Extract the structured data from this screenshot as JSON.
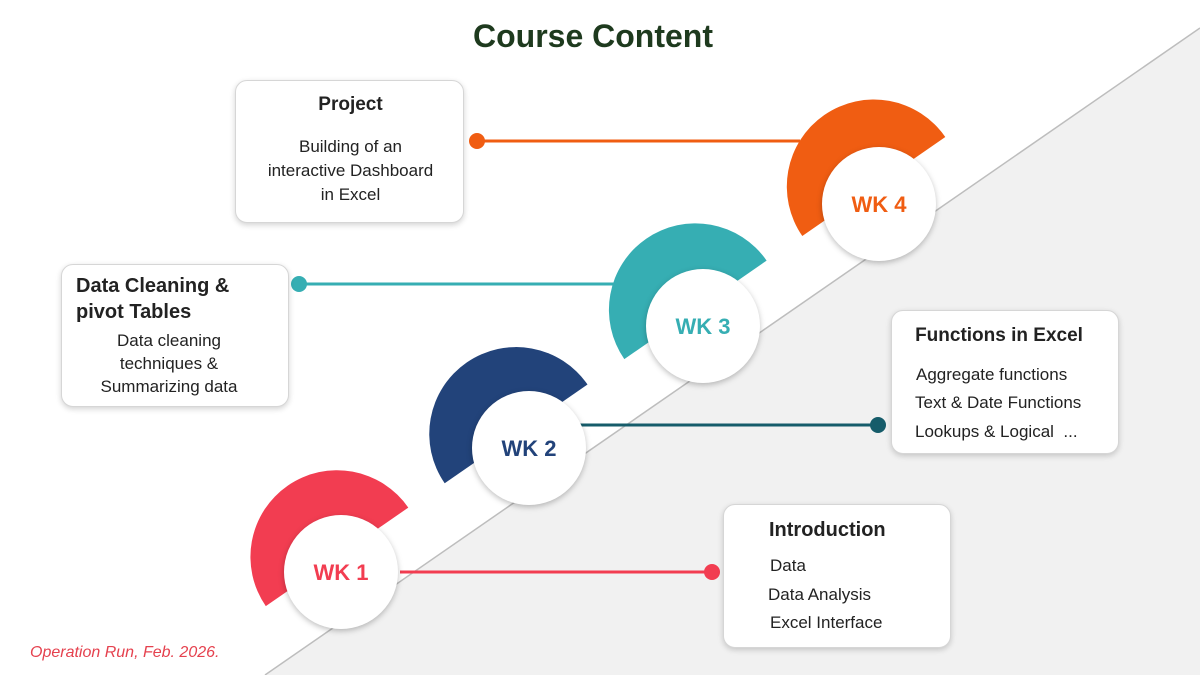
{
  "title": "Course Content",
  "footer": "Operation Run, Feb. 2026.",
  "colors": {
    "wk1": "#f23d51",
    "wk2": "#22437a",
    "wk3": "#36aeb3",
    "wk4": "#f05d12",
    "wk2_connector": "#165c6a",
    "diagonal_fill": "#f1f1f1",
    "title": "#1e3a1e"
  },
  "weeks": [
    {
      "label": "WK 1",
      "color": "#f23d51"
    },
    {
      "label": "WK 2",
      "color": "#22437a"
    },
    {
      "label": "WK 3",
      "color": "#36aeb3"
    },
    {
      "label": "WK 4",
      "color": "#f05d12"
    }
  ],
  "cards": {
    "project": {
      "title": "Project",
      "lines": [
        "Building of an",
        "interactive Dashboard",
        "in Excel"
      ]
    },
    "cleaning": {
      "title_lines": [
        "Data Cleaning &",
        "pivot Tables"
      ],
      "lines": [
        "Data cleaning",
        "techniques &",
        "Summarizing data"
      ]
    },
    "functions": {
      "title": "Functions in Excel",
      "lines": [
        "Aggregate functions",
        "Text & Date Functions",
        "Lookups & Logical  ..."
      ]
    },
    "intro": {
      "title": "Introduction",
      "lines": [
        "Data",
        "Data Analysis",
        "Excel Interface"
      ]
    }
  }
}
